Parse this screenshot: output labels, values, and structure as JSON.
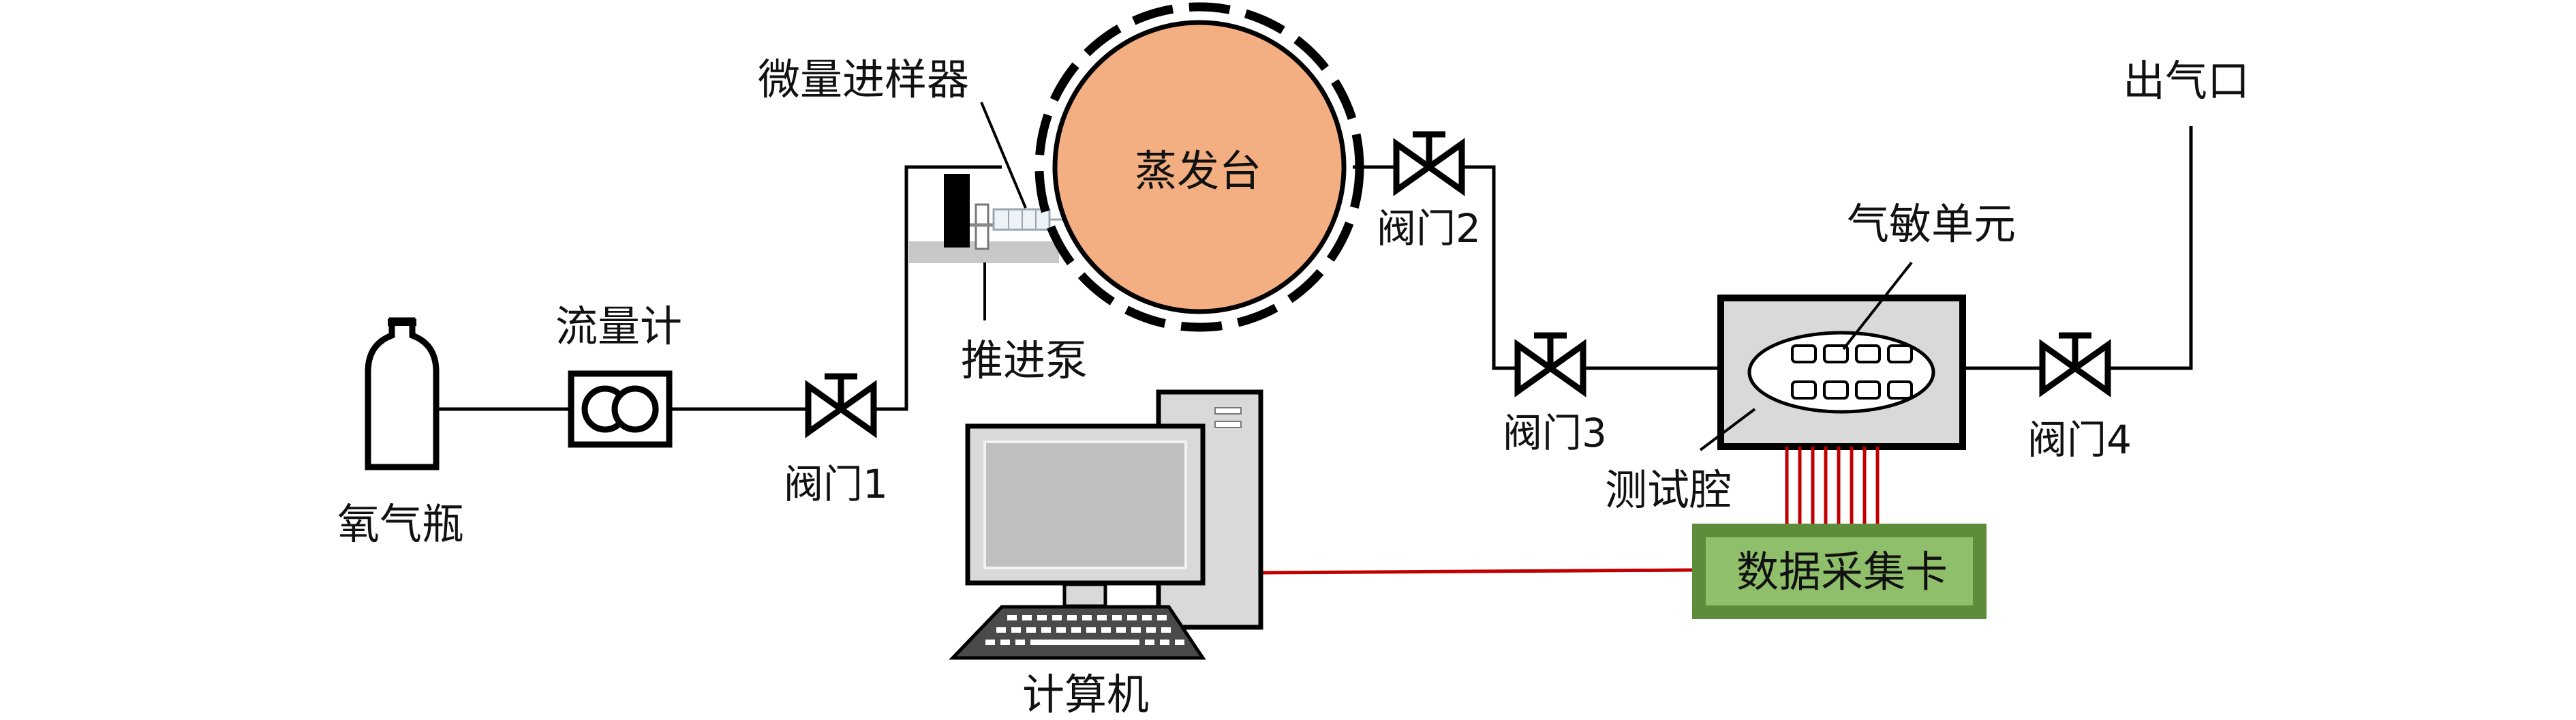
{
  "labels": {
    "oxygen_cylinder": "氧气瓶",
    "flowmeter": "流量计",
    "valve1": "阀门1",
    "micro_injector": "微量进样器",
    "push_pump": "推进泵",
    "evaporator": "蒸发台",
    "valve2": "阀门2",
    "valve3": "阀门3",
    "gas_sensor_unit": "气敏单元",
    "test_chamber": "测试腔",
    "valve4": "阀门4",
    "gas_outlet": "出气口",
    "data_card": "数据采集卡",
    "computer": "计算机"
  },
  "colors": {
    "evaporator_fill": "#f3af82",
    "data_card_fill": "#8fbf6a",
    "data_card_border": "#5d8d3b",
    "chamber_fill": "#d9d9d9",
    "signal_wire": "#c00000",
    "line": "#000000"
  }
}
